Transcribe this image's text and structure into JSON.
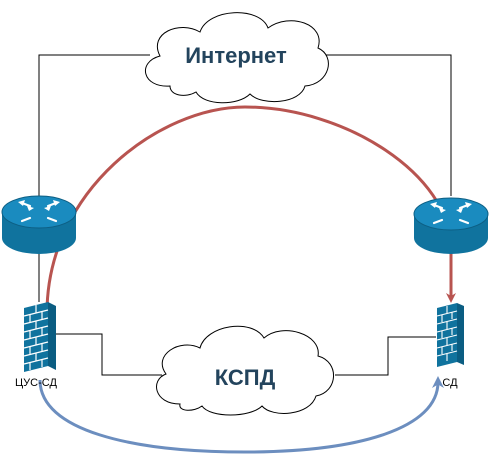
{
  "clouds": {
    "internet": "Интернет",
    "kspd": "КСПД"
  },
  "nodes": {
    "left_firewall": "ЦУС-СД",
    "right_firewall": "СД"
  },
  "colors": {
    "router_fill": "#10739e",
    "router_top": "#1a8bbf",
    "firewall_fill": "#10739e",
    "link_line": "#000000",
    "cloud_stroke": "#000000",
    "cloud_text": "#23445d",
    "internet_path": "#b85450",
    "kspd_path": "#6c8ebf"
  },
  "icons": {
    "router": "router-icon",
    "firewall": "firewall-icon",
    "cloud": "cloud-icon"
  }
}
